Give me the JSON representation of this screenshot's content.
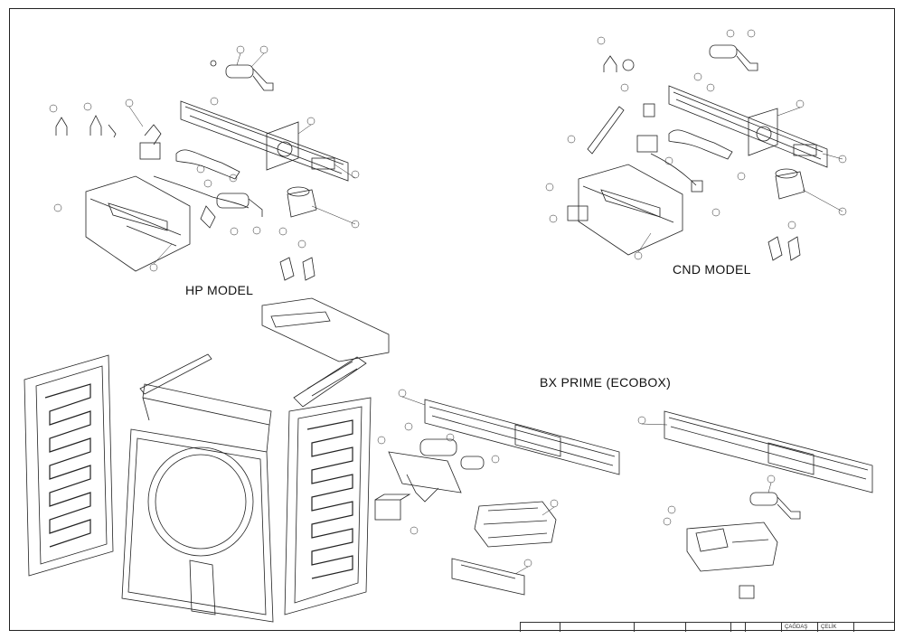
{
  "labels": {
    "hp_model": "HP MODEL",
    "cnd_model": "CND MODEL",
    "bx_prime": "BX PRIME (ECOBOX)"
  },
  "title_block": {
    "cells": [
      "",
      "",
      "",
      "",
      "",
      "",
      "ÇAĞDAŞ",
      "ÇELİK",
      ""
    ]
  }
}
